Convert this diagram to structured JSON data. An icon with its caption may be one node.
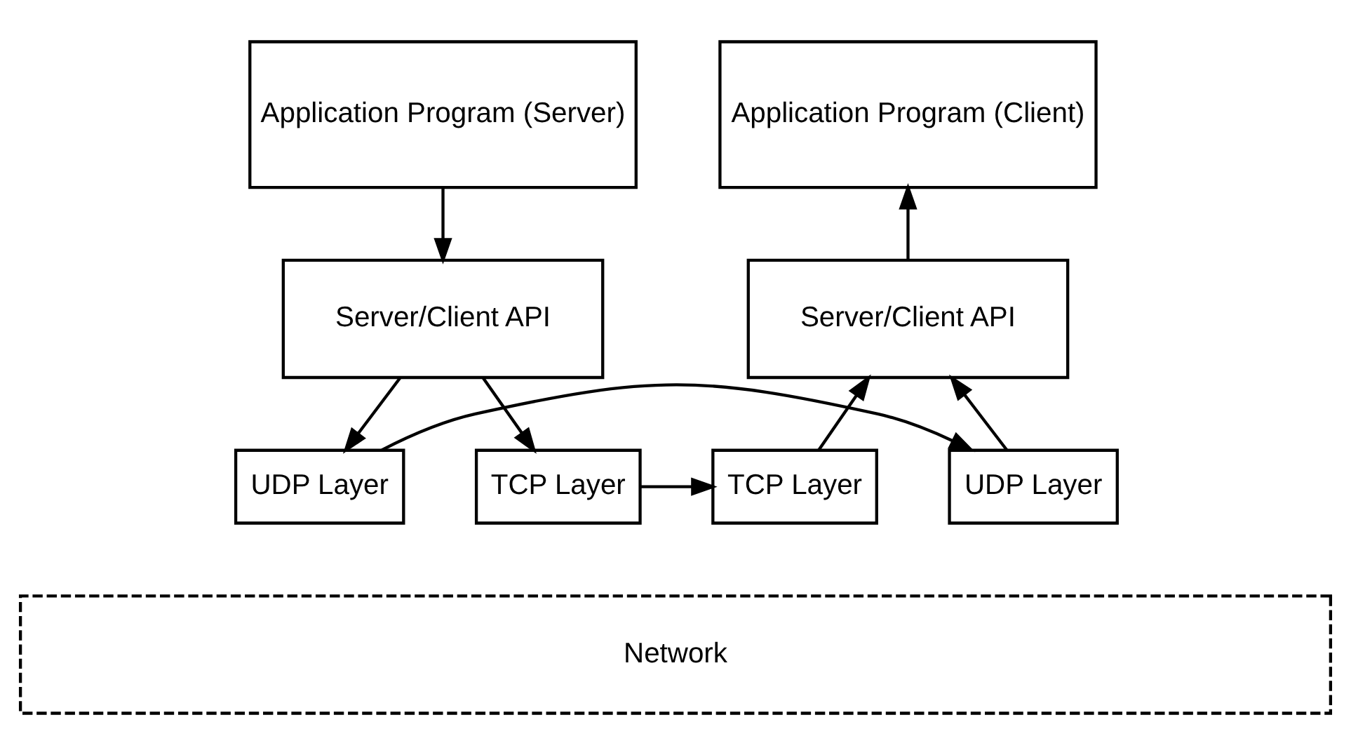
{
  "diagram": {
    "nodes": [
      {
        "text": [
          "Application Program (Server)"
        ]
      },
      {
        "text": [
          "Server/Client API"
        ]
      },
      {
        "text": [
          "TCP Layer"
        ]
      },
      {
        "text": [
          "UDP Layer"
        ]
      },
      {
        "text": [
          "Application Program (Client)"
        ]
      },
      {
        "text": [
          "Server/Client API"
        ]
      },
      {
        "text": [
          "UDP Layer"
        ]
      },
      {
        "text": [
          "TCP Layer"
        ]
      },
      {
        "text": [
          "Network"
        ]
      }
    ],
    "edges": [
      {
        "from": 0,
        "to": 1,
        "arrow": "to"
      },
      {
        "from": 1,
        "to": 2,
        "arrow": "to"
      },
      {
        "from": 1,
        "to": 3,
        "arrow": "to"
      },
      {
        "from": 5,
        "to": 4,
        "arrow": "to"
      },
      {
        "from": 6,
        "to": 5,
        "arrow": "to"
      },
      {
        "from": 7,
        "to": 5,
        "arrow": "to"
      },
      {
        "from": 3,
        "to": 6,
        "arrow": "to"
      },
      {
        "from": 2,
        "to": 7,
        "arrow": "to"
      }
    ]
  }
}
